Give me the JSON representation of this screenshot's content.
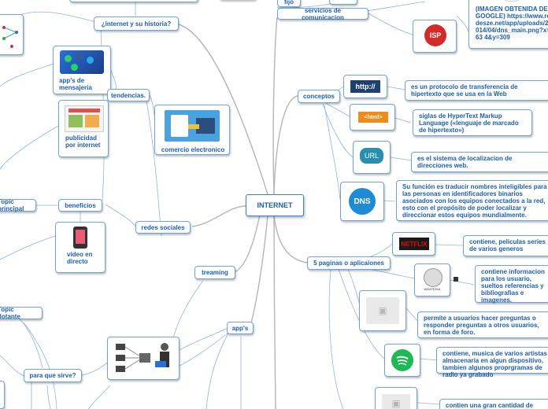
{
  "center": {
    "label": "INTERNET"
  },
  "right": {
    "fijo": "fijo",
    "servicios": "servicios de comunicacion",
    "image_source_note": "(IMAGEN OBTENIDA DE GOOGLE) https://www.redesze.net/app/uploads/2014/04/dns_main.png?x=63 4&y=309",
    "isp_logo_text": "ISP",
    "conceptos": {
      "label": "conceptos",
      "items": [
        {
          "logo_text": "http://",
          "desc": "es un protocolo de transferencia de hipertexto que se usa en la Web"
        },
        {
          "logo_text": "<html>",
          "desc": "siglas de HyperText Markup Language («lenguaje de marcado de hipertexto»)"
        },
        {
          "logo_text": "URL",
          "desc": "es el sistema de localizacion de direcciones web."
        },
        {
          "logo_text": "DNS",
          "desc": "Su función es traducir nombres inteligibles para las personas en identificadores binarios asociados con los equipos conectados a la red, esto con el propósito de poder localizar y direccionar estos equipos mundialmente."
        }
      ]
    },
    "paginas": {
      "label": "5 paginas o aplicaiones",
      "items": [
        {
          "logo_text": "NETFLIX",
          "desc": "contiene, peliculas series de varios generos"
        },
        {
          "logo_text": "WIKIPEDIA",
          "desc": "contiene informacion para los usuario, sueltos referencias y bibliografias e imagenes."
        },
        {
          "logo_text": "",
          "desc": "permite a usuarios hacer preguntas o responder preguntas a otros usuarios, en forma de foro."
        },
        {
          "logo_text": "",
          "desc": "contiene, musica de varios artistas almacenaria en algun dispositivo, tambien algunos proprgramas de radio ya grabado"
        },
        {
          "logo_text": "",
          "desc": "contien una gran cantidad de imagenes"
        }
      ]
    }
  },
  "left": {
    "historia": "¿internet y su historia?",
    "tendencias": "tendencias.",
    "apps_mensajeria": "app's de mensajeria",
    "publicidad": "publicidad por internet",
    "comercio": "comercio electronico",
    "beneficios": "beneficios",
    "redes_sociales": "redes sociales",
    "video": "video en directo",
    "topic_principal": "Topic principal",
    "topic_flotante": "Topic flotante",
    "streaming": "treaming",
    "apps": "app's",
    "para_que": "para que sirve?"
  }
}
